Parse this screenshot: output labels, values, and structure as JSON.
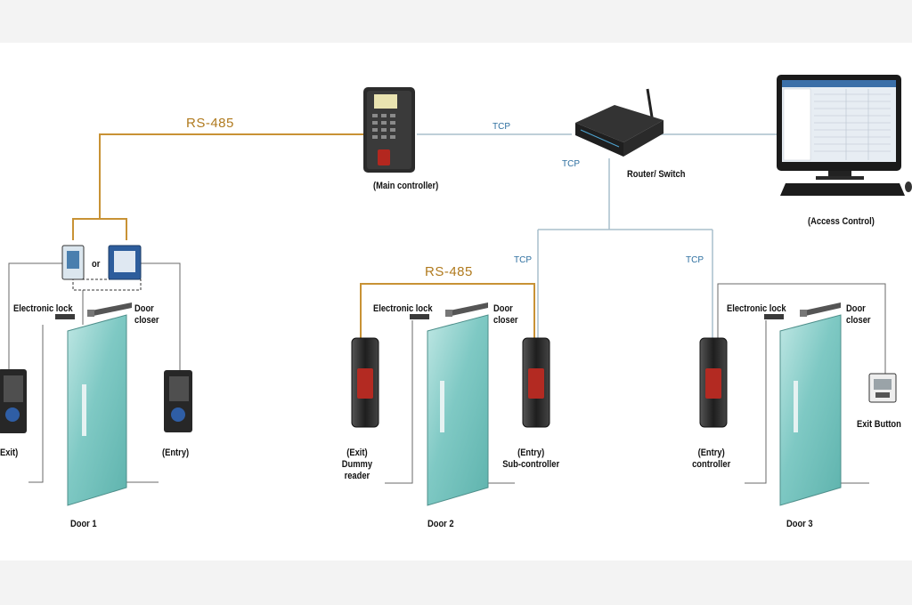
{
  "links": {
    "rs485_top": "RS-485",
    "rs485_door2": "RS-485",
    "tcp_main": "TCP",
    "tcp_router": "TCP",
    "tcp_door2": "TCP",
    "tcp_door3": "TCP"
  },
  "devices": {
    "main_controller": "(Main controller)",
    "router": "Router/ Switch",
    "access_control": "(Access Control)"
  },
  "door1": {
    "or": "or",
    "lock": "Electronic lock",
    "closer_1": "Door",
    "closer_2": "closer",
    "exit": "Exit)",
    "entry": "(Entry)",
    "name": "Door 1"
  },
  "door2": {
    "lock": "Electronic lock",
    "closer_1": "Door",
    "closer_2": "closer",
    "exit_1": "(Exit)",
    "exit_2": "Dummy reader",
    "entry_1": "(Entry)",
    "entry_2": "Sub-controller",
    "name": "Door 2"
  },
  "door3": {
    "lock": "Electronic lock",
    "closer_1": "Door",
    "closer_2": "closer",
    "entry_1": "(Entry)",
    "entry_2": "controller",
    "exit_button": "Exit Button",
    "name": "Door 3"
  },
  "colors": {
    "rs485": "#c89235",
    "tcp": "#a9bfcc",
    "glass": "#7fc9c4",
    "reader": "#2c2c2c"
  }
}
